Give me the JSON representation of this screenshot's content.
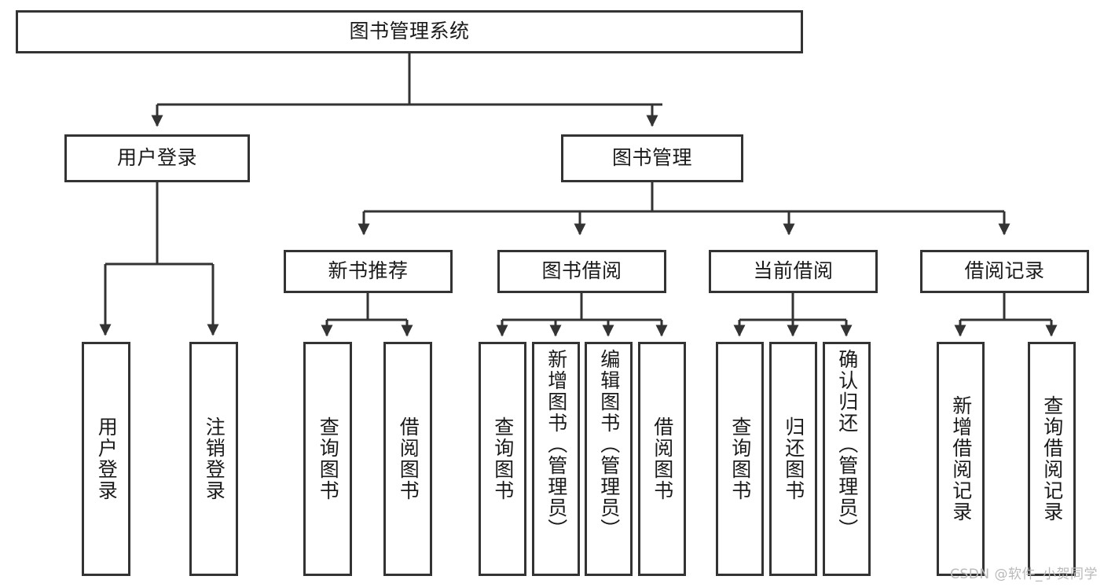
{
  "diagram": {
    "title": "图书管理系统",
    "background_color": "#ffffff",
    "border_color": "#333333",
    "text_color": "#1a1a1a",
    "watermark": "CSDN @软件_小贺同学",
    "levels": {
      "root": "图书管理系统",
      "level2": [
        "用户登录",
        "图书管理"
      ],
      "level3": [
        "新书推荐",
        "图书借阅",
        "当前借阅",
        "借阅记录"
      ]
    },
    "nodes": {
      "root": {
        "label": "图书管理系统"
      },
      "user_login": {
        "label": "用户登录"
      },
      "book_mgmt": {
        "label": "图书管理"
      },
      "new_book_rec": {
        "label": "新书推荐"
      },
      "book_borrow": {
        "label": "图书借阅"
      },
      "current_borrow": {
        "label": "当前借阅"
      },
      "borrow_record": {
        "label": "借阅记录"
      },
      "leaf_user_login": {
        "label": "用户登录"
      },
      "leaf_logout": {
        "label": "注销登录"
      },
      "leaf_query_book_a": {
        "label": "查询图书"
      },
      "leaf_borrow_book_a": {
        "label": "借阅图书"
      },
      "leaf_query_book_b": {
        "label": "查询图书"
      },
      "leaf_add_book": {
        "label": "新增图书（管理员）"
      },
      "leaf_edit_book": {
        "label": "编辑图书（管理员）"
      },
      "leaf_borrow_book_b": {
        "label": "借阅图书"
      },
      "leaf_query_book_c": {
        "label": "查询图书"
      },
      "leaf_return_book": {
        "label": "归还图书"
      },
      "leaf_confirm_return": {
        "label": "确认归还（管理员）"
      },
      "leaf_add_record": {
        "label": "新增借阅记录"
      },
      "leaf_query_record": {
        "label": "查询借阅记录"
      }
    },
    "edges": [
      {
        "from": "root",
        "to": "user_login"
      },
      {
        "from": "root",
        "to": "book_mgmt"
      },
      {
        "from": "user_login",
        "to": "leaf_user_login"
      },
      {
        "from": "user_login",
        "to": "leaf_logout"
      },
      {
        "from": "book_mgmt",
        "to": "new_book_rec"
      },
      {
        "from": "book_mgmt",
        "to": "book_borrow"
      },
      {
        "from": "book_mgmt",
        "to": "current_borrow"
      },
      {
        "from": "book_mgmt",
        "to": "borrow_record"
      },
      {
        "from": "new_book_rec",
        "to": "leaf_query_book_a"
      },
      {
        "from": "new_book_rec",
        "to": "leaf_borrow_book_a"
      },
      {
        "from": "book_borrow",
        "to": "leaf_query_book_b"
      },
      {
        "from": "book_borrow",
        "to": "leaf_add_book"
      },
      {
        "from": "book_borrow",
        "to": "leaf_edit_book"
      },
      {
        "from": "book_borrow",
        "to": "leaf_borrow_book_b"
      },
      {
        "from": "current_borrow",
        "to": "leaf_query_book_c"
      },
      {
        "from": "current_borrow",
        "to": "leaf_return_book"
      },
      {
        "from": "current_borrow",
        "to": "leaf_confirm_return"
      },
      {
        "from": "borrow_record",
        "to": "leaf_add_record"
      },
      {
        "from": "borrow_record",
        "to": "leaf_query_record"
      }
    ]
  }
}
